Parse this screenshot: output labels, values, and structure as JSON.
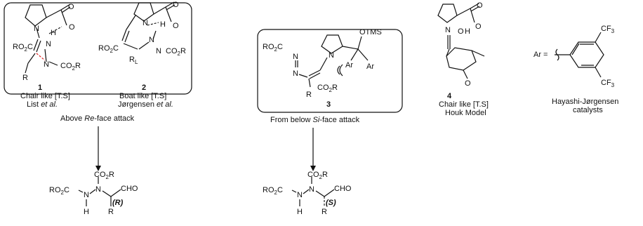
{
  "panel_a": {
    "s1": {
      "number": "1",
      "ts": "Chair like [T.S]",
      "author": "List",
      "etal": "et al."
    },
    "s2": {
      "number": "2",
      "ts": "Boat like [T.S]",
      "author": "Jørgensen",
      "etal": "et al."
    },
    "caption_pre": "Above ",
    "caption_face": "Re",
    "caption_post": "-face attack"
  },
  "panel_b": {
    "s3": {
      "number": "3"
    },
    "otms": "OTMS",
    "ar": "Ar",
    "caption_pre": "From below ",
    "caption_face": "Si",
    "caption_post": "-face attack"
  },
  "s4": {
    "number": "4",
    "line1": "Chair like [T.S]",
    "line2": "Houk Model"
  },
  "ar_def": {
    "lhs": "Ar =",
    "cf3": "CF",
    "sub3": "3",
    "name1": "Hayashi-Jørgensen",
    "name2": "catalysts"
  },
  "labels": {
    "ro2c": "RO",
    "co2r": "CO",
    "sub2": "2",
    "c": "C",
    "r": "R",
    "n": "N",
    "h": "H",
    "o": "O",
    "rl": "R",
    "sub_l": "L",
    "cho": "CHO"
  },
  "products": {
    "left_config": "(R)",
    "right_config": "(S)"
  }
}
